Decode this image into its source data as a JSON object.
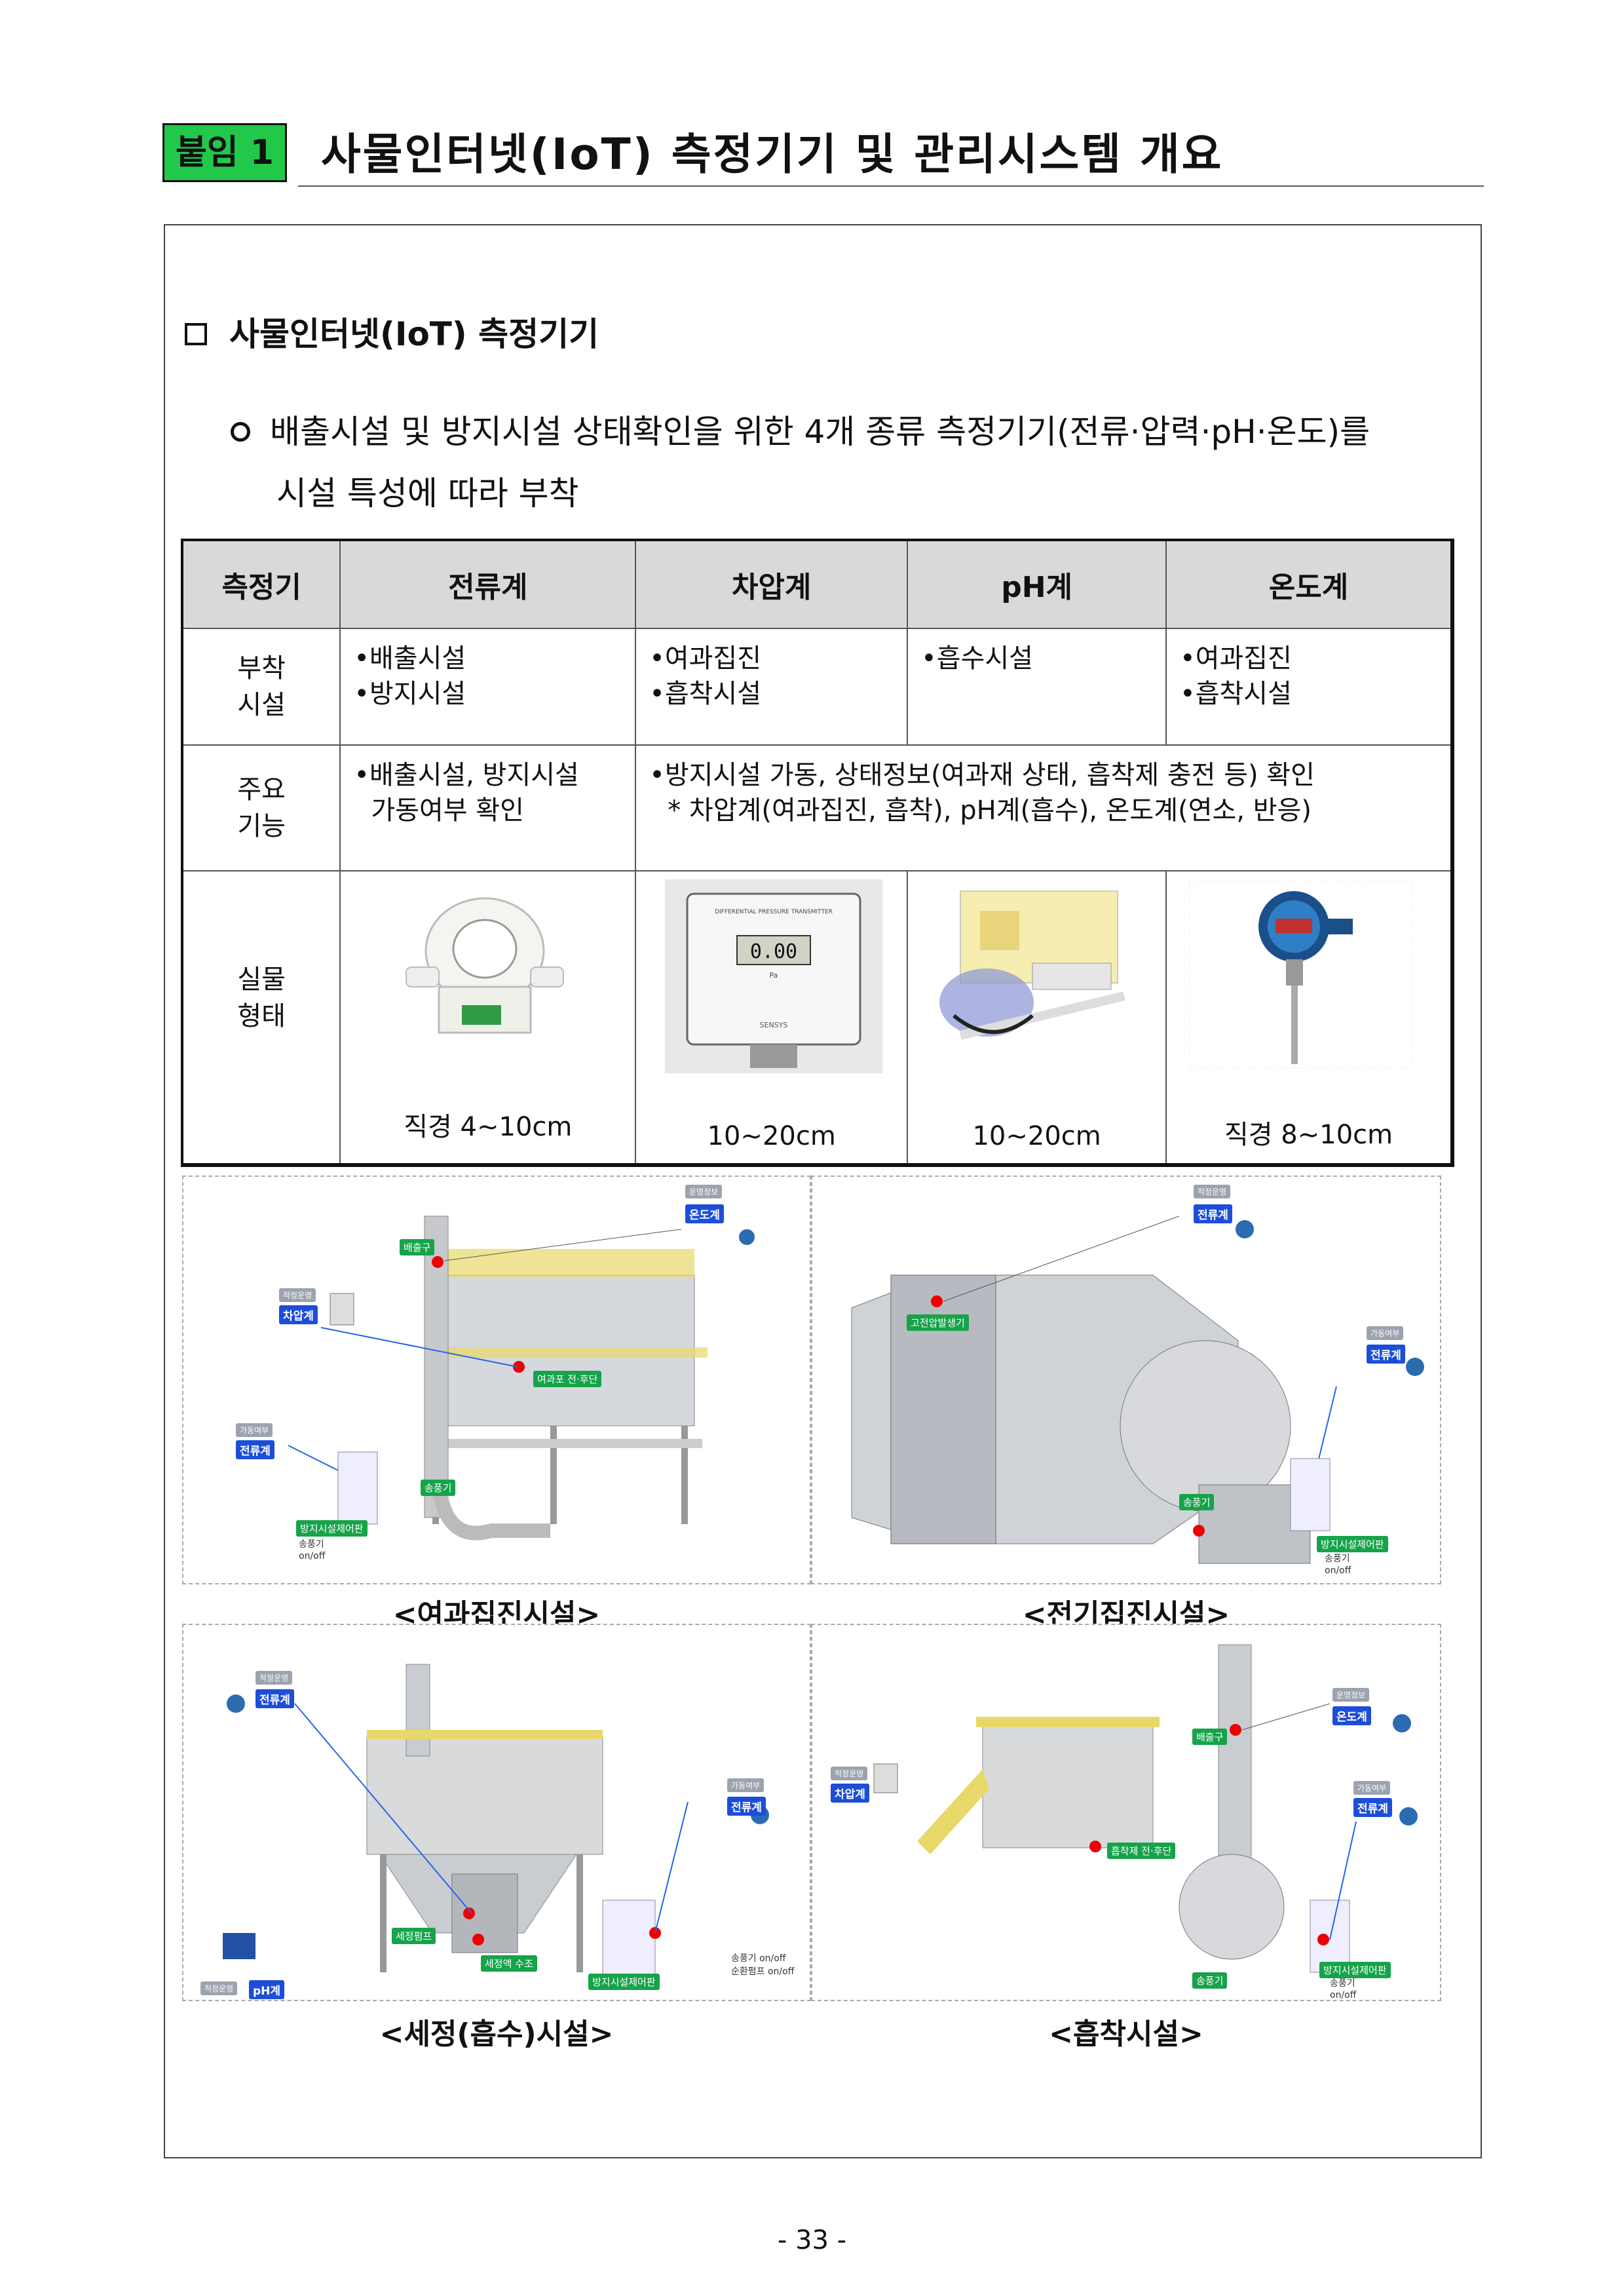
{
  "header": {
    "tag": "붙임 1",
    "title": "사물인터넷(IoT) 측정기기 및 관리시스템 개요"
  },
  "section": {
    "heading": "사물인터넷(IoT) 측정기기"
  },
  "bullet": {
    "line1": "배출시설 및 방지시설 상태확인을 위한 4개 종류 측정기기(전류·압력·pH·온도)를",
    "line2": "시설 특성에 따라 부착"
  },
  "table": {
    "headers": [
      "측정기",
      "전류계",
      "차압계",
      "pH계",
      "온도계"
    ],
    "attach": {
      "label_a": "부착",
      "label_b": "시설",
      "current": [
        "•배출시설",
        "•방지시설"
      ],
      "pressure": [
        "•여과집진",
        "•흡착시설"
      ],
      "ph": [
        "•흡수시설"
      ],
      "temp": [
        "•여과집진",
        "•흡착시설"
      ]
    },
    "function": {
      "label_a": "주요",
      "label_b": "기능",
      "current_a": "•배출시설,  방지시설",
      "current_b": "가동여부 확인",
      "rest_a": "•방지시설 가동, 상태정보(여과재 상태, 흡착제 충전 등) 확인",
      "rest_b": "* 차압계(여과집진, 흡착), pH계(흡수), 온도계(연소, 반응)"
    },
    "photo": {
      "label_a": "실물",
      "label_b": "형태",
      "captions": [
        "직경 4~10cm",
        "10~20cm",
        "10~20cm",
        "직경 8~10cm"
      ],
      "gauge_display": "0.00",
      "gauge_top": "DIFFERENTIAL PRESSURE TRANSMITTER",
      "gauge_unit": "Pa",
      "gauge_brand": "SENSYS"
    }
  },
  "panels": {
    "captions": [
      "<여과집진시설>",
      "<전기집진시설>",
      "<세정(흡수)시설>",
      "<흡착시설>"
    ],
    "labels": {
      "p1": [
        "배출구",
        "운영정보",
        "온도계",
        "적정운영",
        "차압계",
        "여과포 전·후단",
        "가동여부",
        "전류계",
        "송풍기",
        "방지시설제어판",
        "송풍기 on/off"
      ],
      "p2": [
        "적정운영",
        "전류계",
        "고전압발생기",
        "가동여부",
        "전류계",
        "송풍기",
        "방지시설제어판",
        "송풍기 on/off"
      ],
      "p3": [
        "적정운영",
        "전류계",
        "가동여부",
        "전류계",
        "세정펌프",
        "세정액 수조",
        "적정운영",
        "pH계",
        "방지시설제어판",
        "송풍기 on/off",
        "순환펌프 on/off"
      ],
      "p4": [
        "운영정보",
        "온도계",
        "배출구",
        "적정운영",
        "차압계",
        "흡착제 전·후단",
        "가동여부",
        "전류계",
        "방지시설제어판",
        "송풍기",
        "송풍기 on/off"
      ]
    }
  },
  "footer": {
    "page": "- 33 -"
  },
  "colors": {
    "tag_green": "#22c84a",
    "header_gray": "#d9d9d9",
    "label_green": "#16a34a",
    "label_blue": "#1d4ed8"
  }
}
